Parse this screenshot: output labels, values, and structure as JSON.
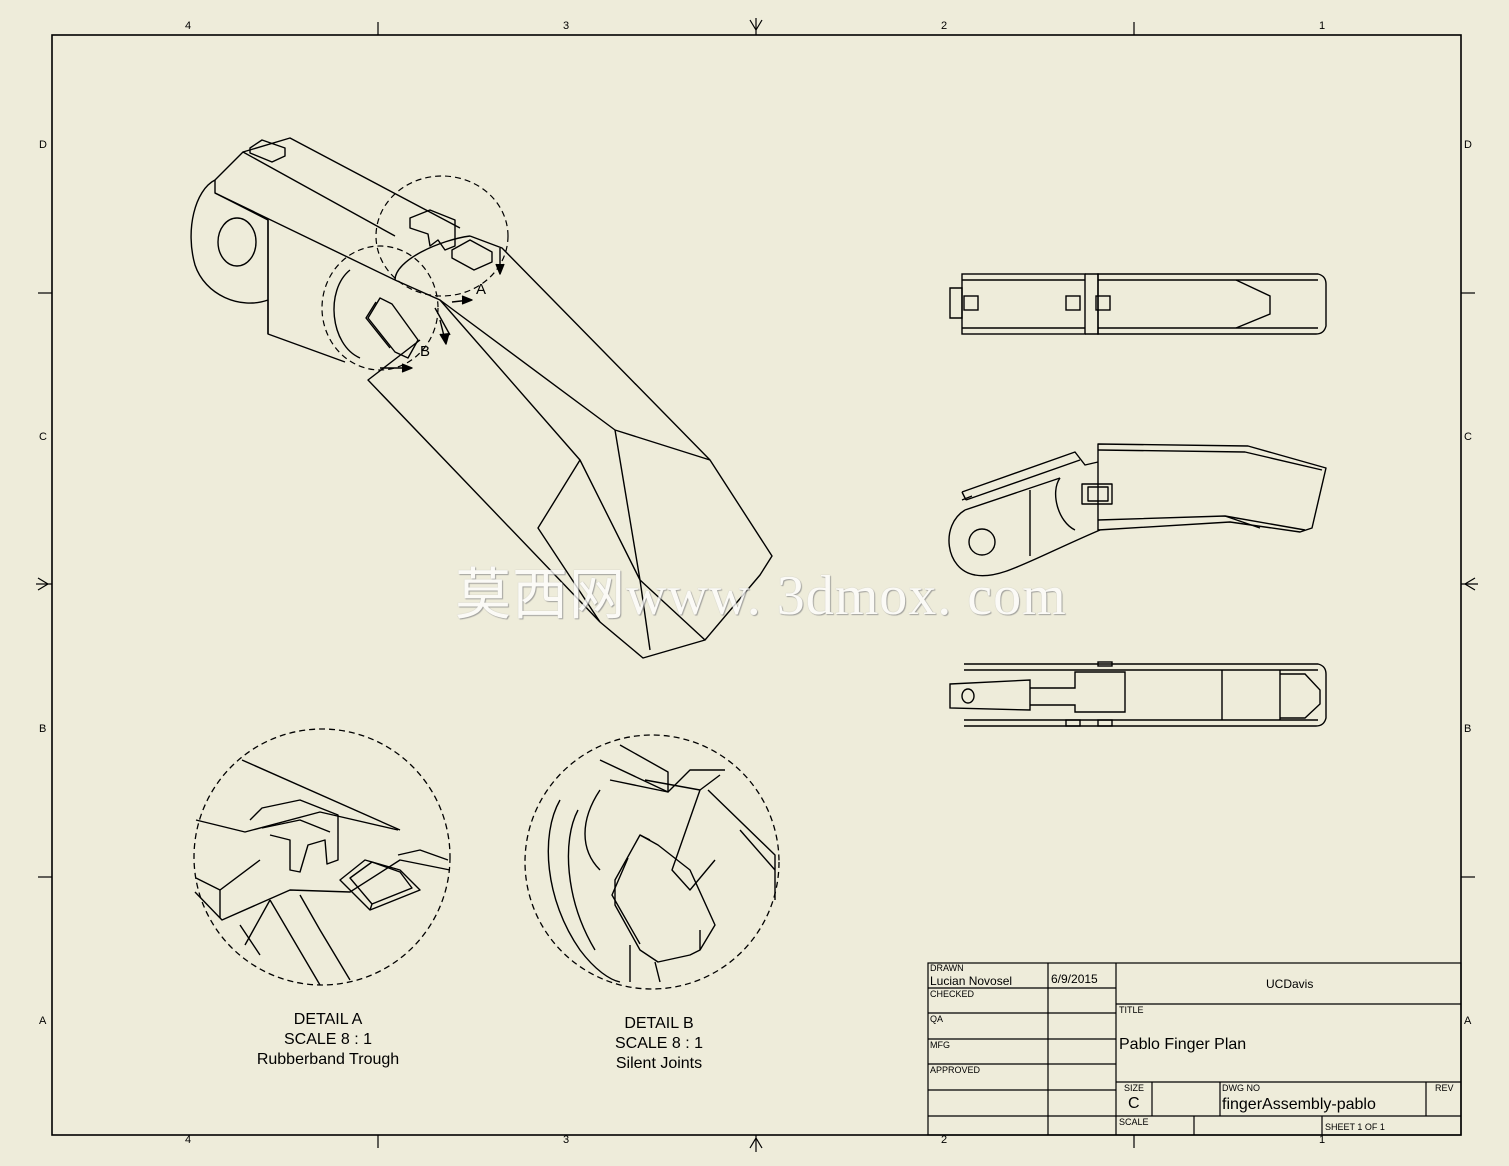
{
  "zones": {
    "top_cols": [
      "4",
      "3",
      "2",
      "1"
    ],
    "bottom_cols": [
      "4",
      "3",
      "2",
      "1"
    ],
    "left_rows": [
      "D",
      "C",
      "B",
      "A"
    ],
    "right_rows": [
      "D",
      "C",
      "B",
      "A"
    ]
  },
  "callouts": {
    "a": "A",
    "b": "B"
  },
  "detail_a": {
    "title": "DETAIL  A",
    "scale": "SCALE 8 : 1",
    "caption": "Rubberband Trough"
  },
  "detail_b": {
    "title": "DETAIL  B",
    "scale": "SCALE 8 : 1",
    "caption": "Silent Joints"
  },
  "watermark": "莫西网www. 3dmox. com",
  "title_block": {
    "drawn_label": "DRAWN",
    "drawn_name": "Lucian Novosel",
    "drawn_date": "6/9/2015",
    "checked_label": "CHECKED",
    "qa_label": "QA",
    "mfg_label": "MFG",
    "approved_label": "APPROVED",
    "company": "UCDavis",
    "title_label": "TITLE",
    "title": "Pablo Finger Plan",
    "size_label": "SIZE",
    "size": "C",
    "dwg_label": "DWG NO",
    "dwg_no": "fingerAssembly-pablo",
    "rev_label": "REV",
    "scale_label": "SCALE",
    "sheet": "SHEET 1  OF 1"
  }
}
